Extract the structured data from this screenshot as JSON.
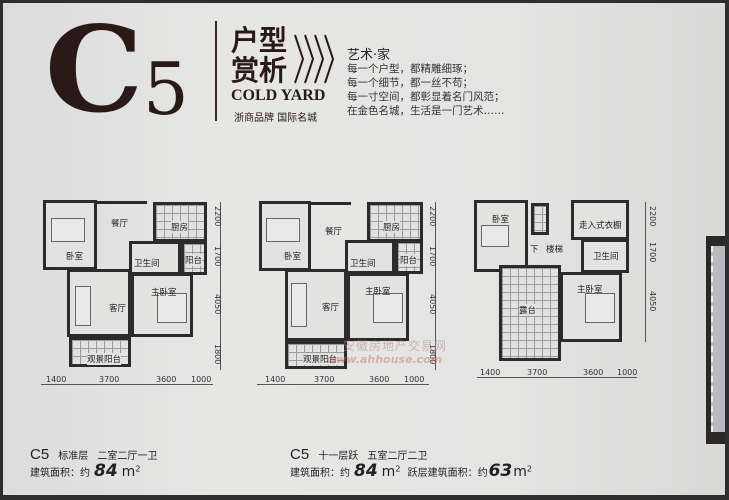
{
  "header": {
    "model_code_letter": "C",
    "model_code_number": "5",
    "title_line1": "户型",
    "title_line2": "赏析",
    "title_en": "COLD YARD",
    "slogan": "浙商品牌  国际名城",
    "accent_color": "#2a1a17"
  },
  "artist_block": {
    "title": "艺术·家",
    "lines": [
      "每一个户型，都精雕细琢；",
      "每一个细节，都一丝不苟；",
      "每一寸空间，都彰显着名门风范；",
      "在金色名城，生活是一门艺术……"
    ]
  },
  "plans": [
    {
      "name": "标准层",
      "rooms": [
        "餐厅",
        "厨房",
        "卧室",
        "卫生间",
        "阳台",
        "客厅",
        "主卧室",
        "观景阳台"
      ],
      "dims_horizontal": [
        "1400",
        "3700",
        "3600",
        "1000"
      ],
      "dims_vertical": [
        "2200",
        "1700",
        "4050",
        "1800"
      ]
    },
    {
      "name": "十一层跃",
      "rooms": [
        "餐厅",
        "厨房",
        "卧室",
        "卫生间",
        "阳台",
        "客厅",
        "主卧室",
        "观景阳台"
      ],
      "dims_horizontal": [
        "1400",
        "3700",
        "3600",
        "1000"
      ],
      "dims_vertical": [
        "2200",
        "1700",
        "4050",
        "1800"
      ]
    },
    {
      "name": "跃层",
      "rooms": [
        "卧室",
        "走入式衣橱",
        "下",
        "楼梯",
        "卫生间",
        "主卧室",
        "露台"
      ],
      "dims_horizontal": [
        "1400",
        "3700",
        "3600",
        "1000"
      ],
      "dims_vertical": [
        "2200",
        "1700",
        "4050"
      ]
    }
  ],
  "captions": [
    {
      "code": "C5",
      "floor": "标准层",
      "layout": "二室二厅一卫",
      "area_label": "建筑面积：约",
      "area_value": "84",
      "area_unit": "m",
      "area_sup": "2"
    },
    {
      "code": "C5",
      "floor": "十一层跃",
      "layout": "五室二厅二卫",
      "area_label": "建筑面积：约",
      "area_value": "84",
      "area_unit": "m",
      "area_sup": "2",
      "extra_label": "跃层建筑面积：约",
      "extra_value": "63",
      "extra_unit": "m",
      "extra_sup": "2"
    }
  ],
  "watermark": {
    "text": "安徽房地产交易网",
    "url": "www.ahhouse.com"
  }
}
